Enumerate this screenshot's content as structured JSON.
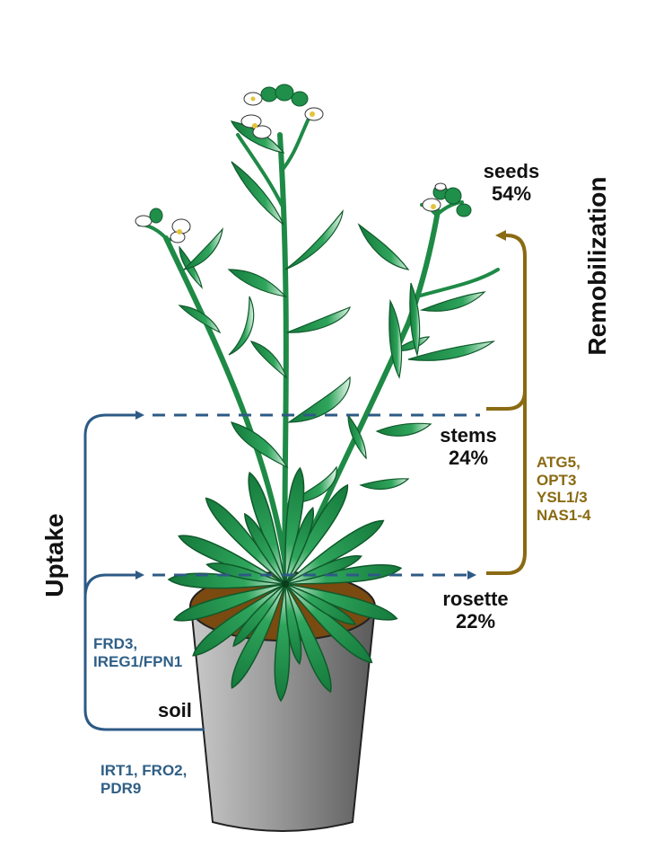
{
  "colors": {
    "uptake": "#2d5a85",
    "remobilization": "#8a6a12",
    "leaf": "#1f8f4a",
    "stem": "#1e8a46",
    "pot": "#8f8f8f",
    "soil": "#7a4a10"
  },
  "labels": {
    "seeds_name": "seeds",
    "seeds_pct": "54%",
    "stems_name": "stems",
    "stems_pct": "24%",
    "rosette_name": "rosette",
    "rosette_pct": "22%",
    "soil": "soil",
    "uptake": "Uptake",
    "remobilization": "Remobilization"
  },
  "genes": {
    "remobilization": [
      "ATG5,",
      "OPT3",
      "YSL1/3",
      "NAS1-4"
    ],
    "rosette_transport": [
      "FRD3,",
      "IREG1/FPN1"
    ],
    "soil_uptake": [
      "IRT1, FRO2,",
      "PDR9"
    ]
  }
}
